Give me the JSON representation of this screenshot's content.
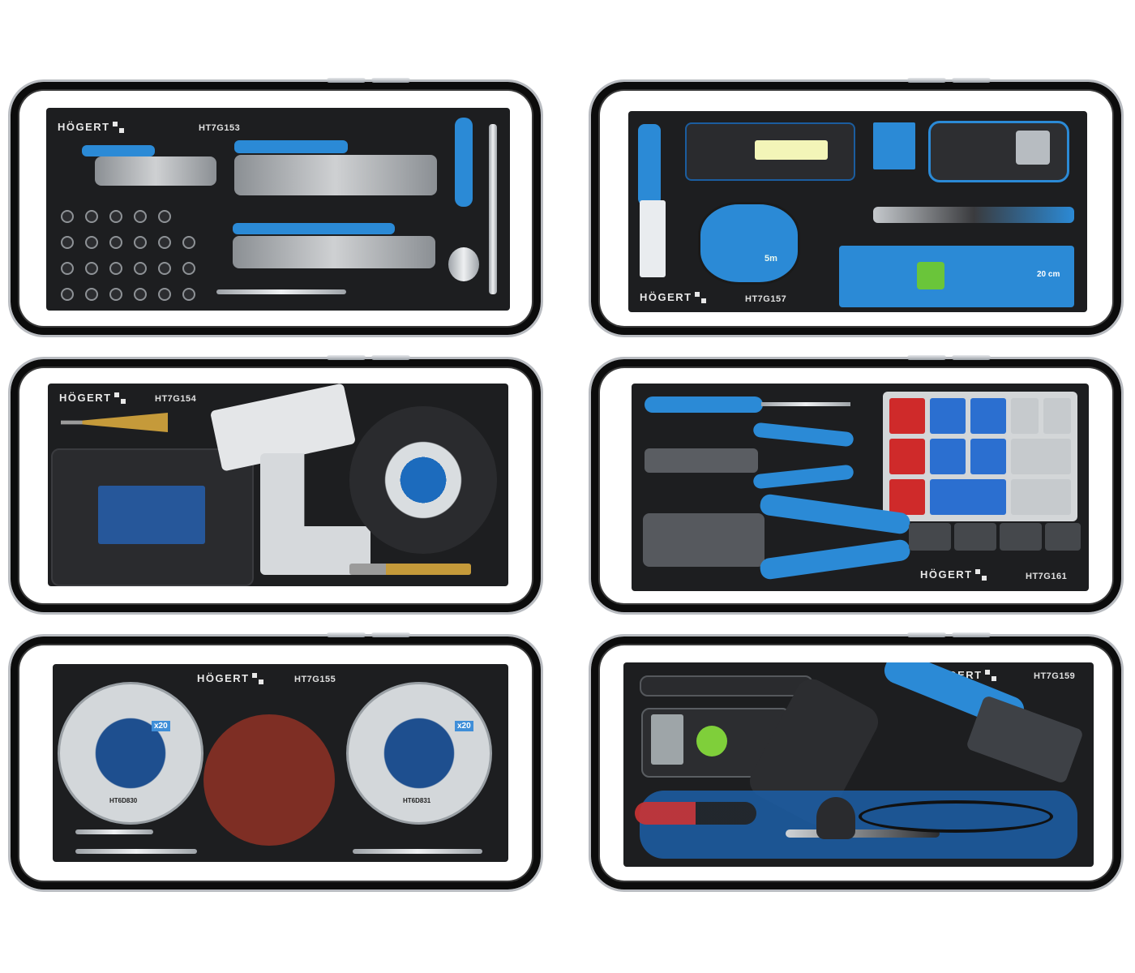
{
  "brand": "HÖGERT",
  "drawers": [
    {
      "code": "HT7G153"
    },
    {
      "code": "HT7G157"
    },
    {
      "code": "HT7G154"
    },
    {
      "code": "HT7G161"
    },
    {
      "code": "HT7G155"
    },
    {
      "code": "HT7G159"
    }
  ],
  "labels": {
    "tape_size": "5m",
    "level_size": "20 cm",
    "disc_count_1": "x20",
    "disc_count_2": "x20",
    "disc_model_1": "HT6D830",
    "disc_model_2": "HT6D831"
  },
  "colors": {
    "accent_blue": "#2b8ad6",
    "tray": "#1d1e20",
    "frame": "#0c0c0c",
    "steel": "#c9cdd1"
  }
}
